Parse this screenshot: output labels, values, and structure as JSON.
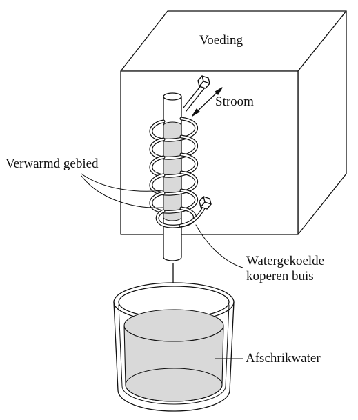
{
  "labels": {
    "power_supply": "Voeding",
    "current": "Stroom",
    "heated_zone": "Verwarmd gebied",
    "cooled_tube_line1": "Watergekoelde",
    "cooled_tube_line2": "koperen buis",
    "quench_water": "Afschrikwater"
  },
  "colors": {
    "line": "#111111",
    "fill_gray": "#d9d9d9",
    "background": "#ffffff"
  }
}
